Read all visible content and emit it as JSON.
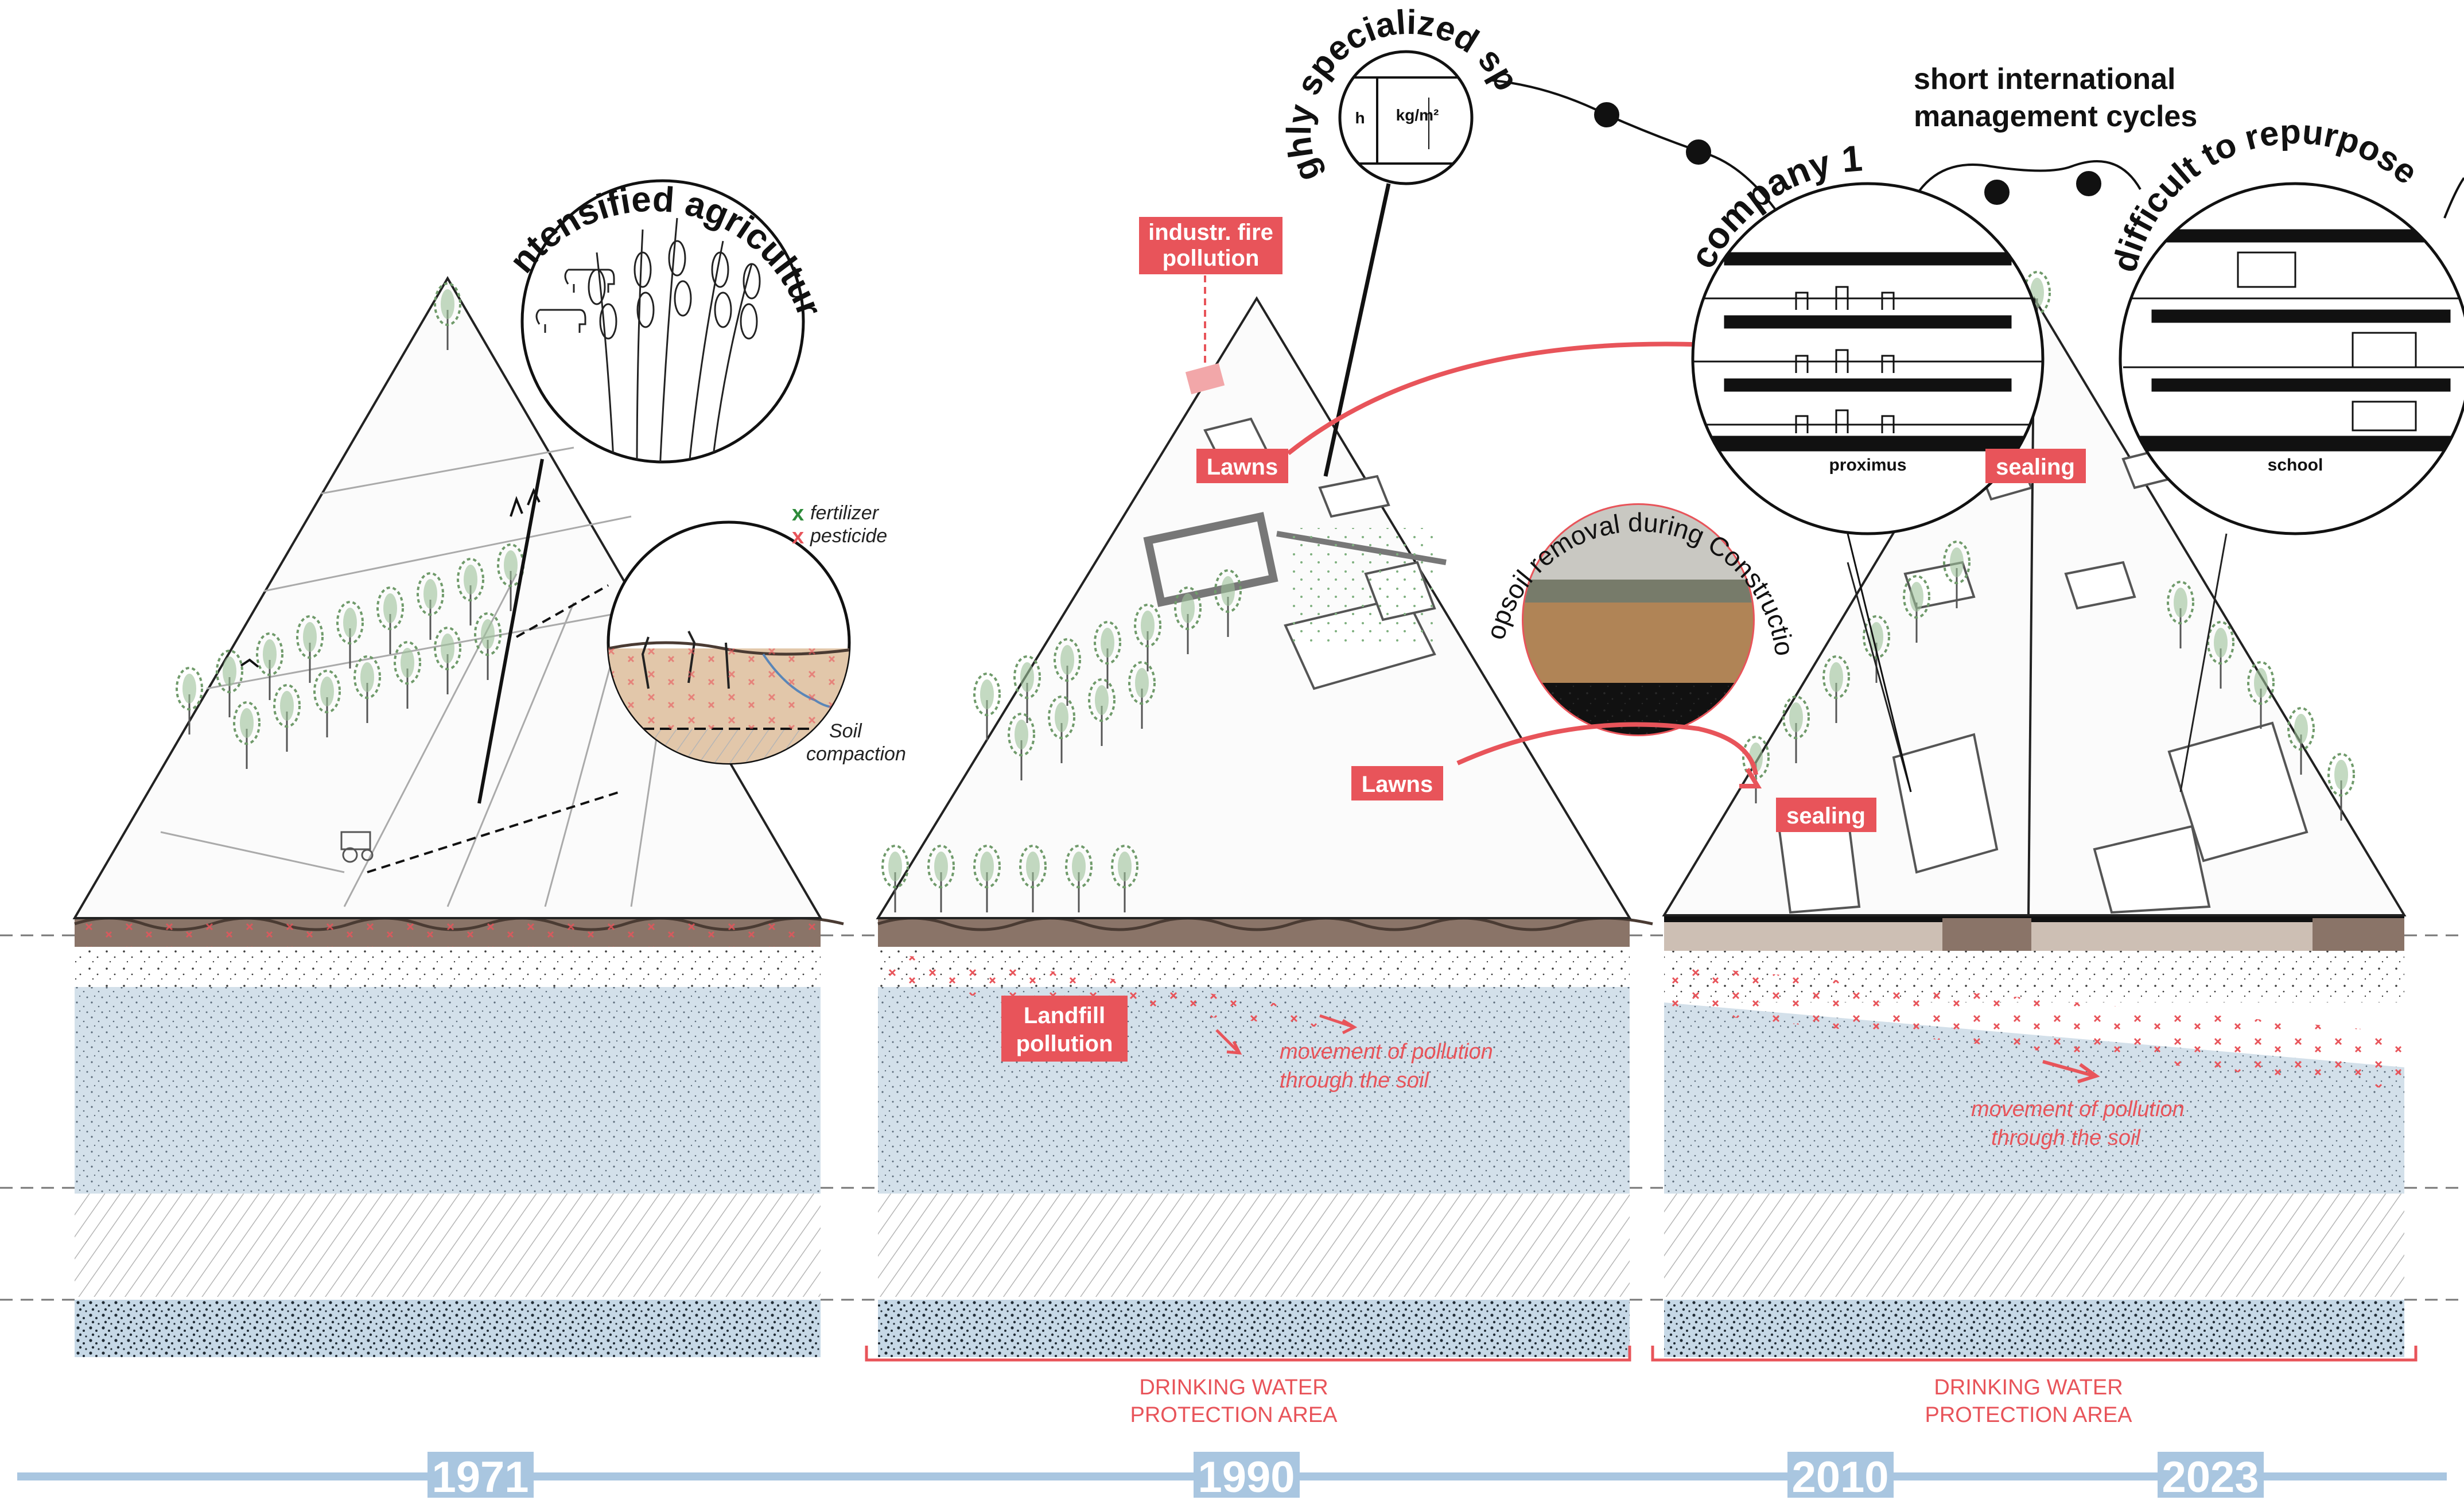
{
  "timeline": {
    "years": [
      "1971",
      "1990",
      "2010",
      "2023"
    ]
  },
  "panel_1971": {
    "bubble_title": "intensified agriculture",
    "legend_fertilizer": "fertilizer",
    "legend_pesticide": "pesticide",
    "legend_mark": "x",
    "soil_compaction_line1": "Soil",
    "soil_compaction_line2": "compaction"
  },
  "panel_1990": {
    "bubble_title": "highly specialized specs",
    "spec_h": "h",
    "spec_unit": "kg/m²",
    "industr_fire_line1": "industr. fire",
    "industr_fire_line2": "pollution",
    "lawns_top": "Lawns",
    "lawns_mid": "Lawns",
    "landfill_line1": "Landfill",
    "landfill_line2": "pollution",
    "movement_line1": "movement of pollution",
    "movement_line2": "through the soil",
    "topsoil_caption": "Topsoil removal during Construction",
    "protection_line1": "DRINKING WATER",
    "protection_line2": "PROTECTION AREA"
  },
  "panel_2010": {
    "company_title": "company 1",
    "company_building_label": "proximus",
    "cycle_line1": "short international",
    "cycle_line2": "management cycles",
    "repurpose_title": "difficult to repurpose",
    "school_label": "school",
    "sealing_top": "sealing",
    "sealing_mid": "sealing",
    "movement_line1": "movement of pollution",
    "movement_line2": "through the soil",
    "protection_line1": "DRINKING WATER",
    "protection_line2": "PROTECTION AREA"
  },
  "colors": {
    "accent_red": "#e8545a",
    "groundwater_blue": "#d3e0ea",
    "timeline_blue": "#a9c6e0",
    "topsoil_brown": "#8a7468",
    "tree_green": "#6f9a6a"
  }
}
